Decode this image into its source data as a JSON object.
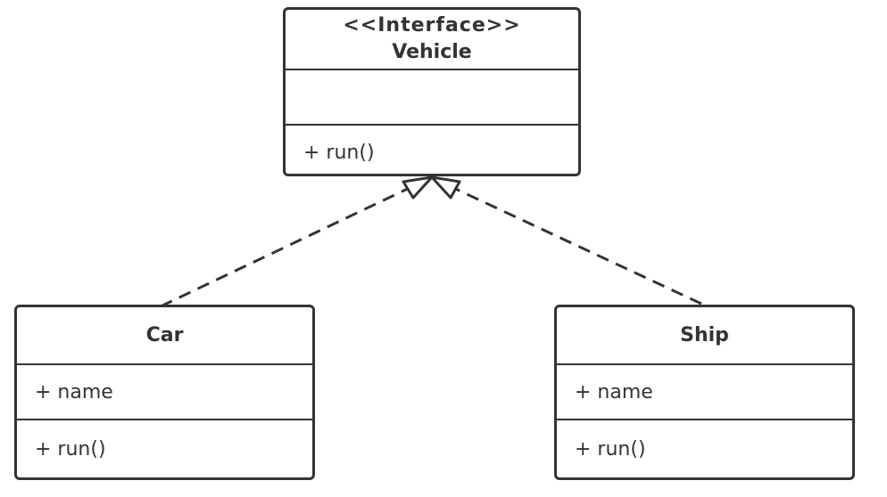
{
  "diagram": {
    "type": "uml-class-diagram",
    "interface": {
      "stereotype": "<<Interface>>",
      "name": "Vehicle",
      "attributes": [],
      "operations": [
        "+ run()"
      ]
    },
    "classes": [
      {
        "name": "Car",
        "attributes": [
          "+ name"
        ],
        "operations": [
          "+ run()"
        ]
      },
      {
        "name": "Ship",
        "attributes": [
          "+ name"
        ],
        "operations": [
          "+ run()"
        ]
      }
    ],
    "relationships": [
      {
        "from": "Car",
        "to": "Vehicle",
        "kind": "realization"
      },
      {
        "from": "Ship",
        "to": "Vehicle",
        "kind": "realization"
      }
    ],
    "colors": {
      "stroke": "#333333",
      "background": "#ffffff"
    }
  }
}
